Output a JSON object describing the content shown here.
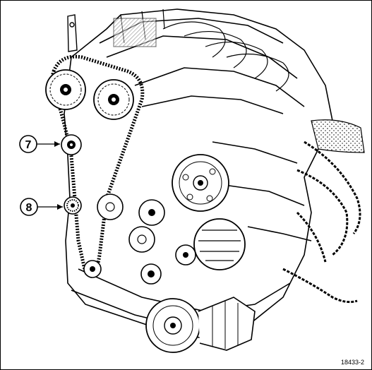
{
  "figure": {
    "reference_code": "18433-2",
    "callouts": [
      {
        "id": "7",
        "label": "7"
      },
      {
        "id": "8",
        "label": "8"
      }
    ],
    "colors": {
      "line": "#000000",
      "background": "#ffffff"
    }
  }
}
